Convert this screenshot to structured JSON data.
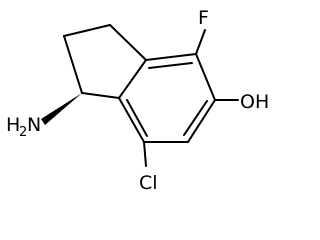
{
  "molecule": {
    "atoms": {
      "fluorine": "F",
      "hydroxyl": "OH",
      "chlorine": "Cl",
      "amine_h": "H",
      "amine_sub": "2",
      "amine_n": "N"
    },
    "colors": {
      "bond": "#000000",
      "text": "#000000",
      "background": "#ffffff"
    }
  }
}
